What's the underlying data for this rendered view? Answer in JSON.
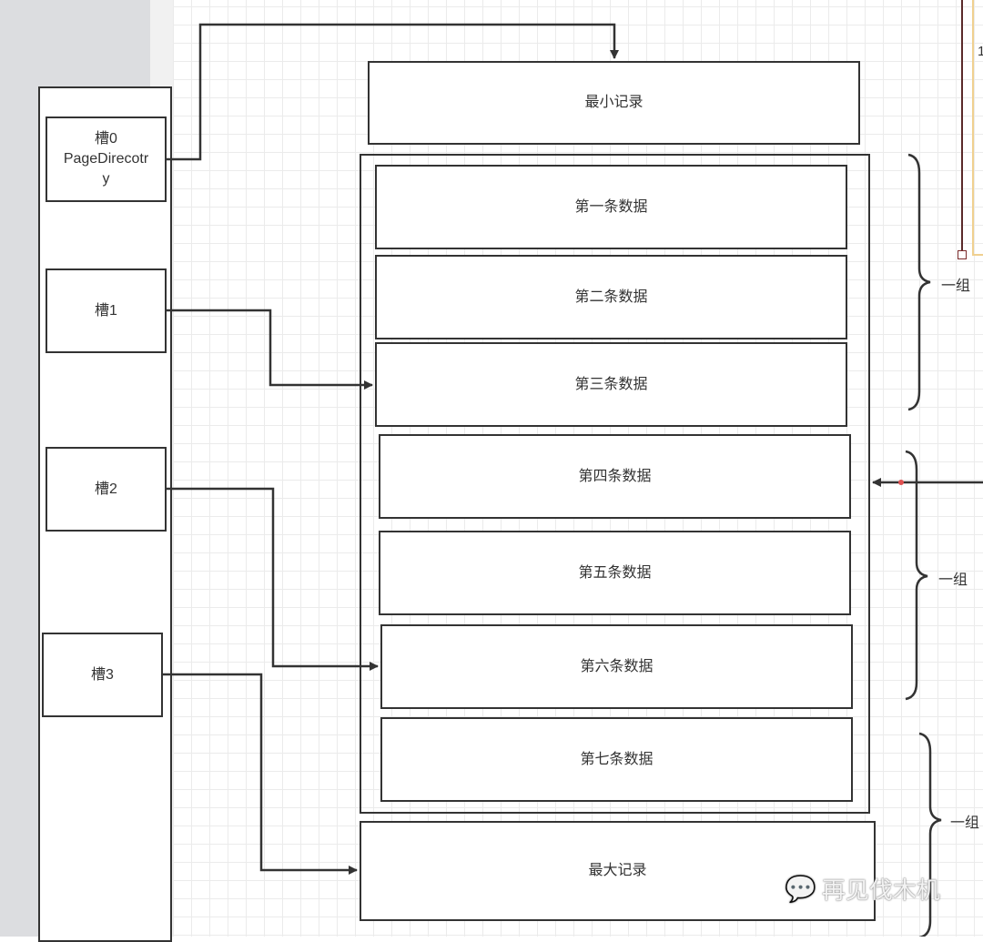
{
  "slots": [
    {
      "label": "槽0",
      "sub": "PageDirecotr",
      "sub2": "y"
    },
    {
      "label": "槽1"
    },
    {
      "label": "槽2"
    },
    {
      "label": "槽3"
    }
  ],
  "min_record": "最小记录",
  "max_record": "最大记录",
  "rows": [
    "第一条数据",
    "第二条数据",
    "第三条数据",
    "第四条数据",
    "第五条数据",
    "第六条数据",
    "第七条数据"
  ],
  "groups": [
    "一组",
    "一组",
    "一组"
  ],
  "partial_text": "1",
  "watermark": "再见伐木机",
  "colors": {
    "line": "#333333",
    "accent_red": "#e05050",
    "frame_dark": "#5a2a2a",
    "frame_orange": "#f0d090"
  }
}
